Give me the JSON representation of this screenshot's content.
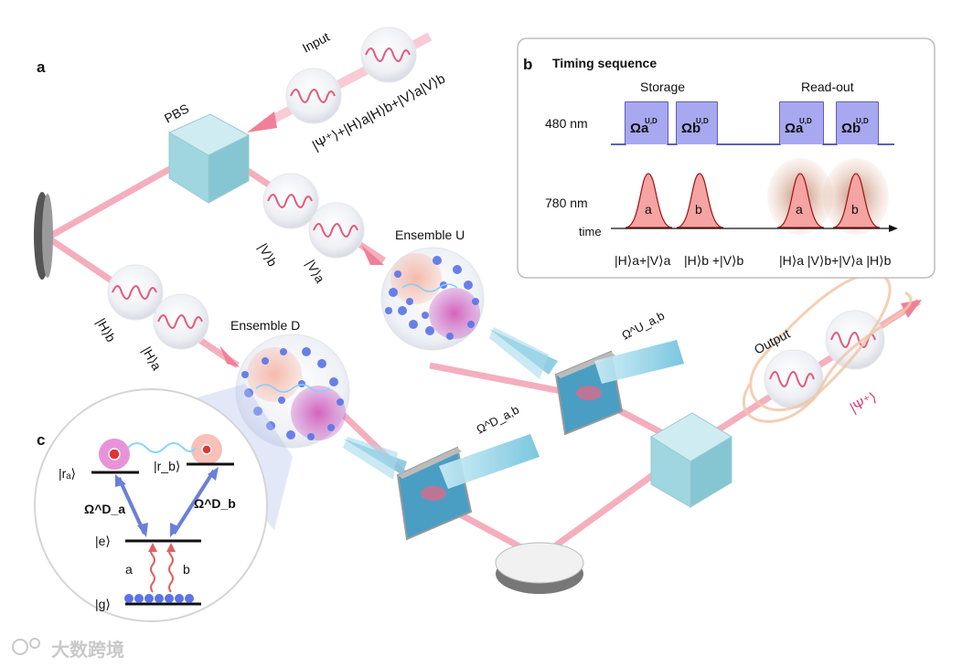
{
  "panels": {
    "a": "a",
    "b": "b",
    "c": "c"
  },
  "labels": {
    "input": "Input",
    "pbs": "PBS",
    "input_state": "|Ψ⁺⟩+|H⟩a|H⟩b+|V⟩a|V⟩b",
    "psi_plus": "|Ψ⁺⟩",
    "v_b": "|V⟩b",
    "v_a": "|V⟩a",
    "h_b": "|H⟩b",
    "h_a": "|H⟩a",
    "ensemble_u": "Ensemble U",
    "ensemble_d": "Ensemble D",
    "omega_u": "Ω^U_a,b",
    "omega_d": "Ω^D_a,b",
    "output": "Output",
    "output_state": "|Ψ⁺⟩"
  },
  "timing": {
    "title": "Timing sequence",
    "storage": "Storage",
    "readout": "Read-out",
    "nm480": "480 nm",
    "nm780": "780 nm",
    "time": "time",
    "omega_a": "Ωa",
    "omega_b": "Ωb",
    "superscript": "U,D",
    "pulse_a": "a",
    "pulse_b": "b",
    "state1": "|H⟩a+|V⟩a",
    "state2": "|H⟩b +|V⟩b",
    "state3": "|H⟩a |V⟩b+|V⟩a |H⟩b"
  },
  "levels": {
    "ra": "|rₐ⟩",
    "rb": "|r_b⟩",
    "e": "|e⟩",
    "g": "|g⟩",
    "omega_a_d": "Ω^D_a",
    "omega_b_d": "Ω^D_b",
    "a": "a",
    "b": "b"
  },
  "watermark": "大数跨境",
  "colors": {
    "beam": "#f08fa0",
    "pulse_blue": "#a8a8f0",
    "pulse_pink": "#f5a3a3",
    "cube": "#9fd6df",
    "mirror": "#5aaecf",
    "atom": "#5a73e8",
    "accent": "#d6336c"
  }
}
